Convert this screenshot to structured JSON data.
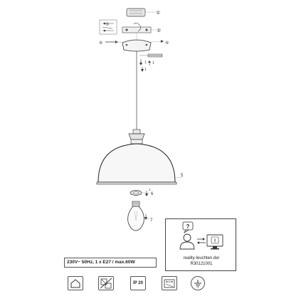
{
  "callouts": {
    "n1": "①",
    "n2": "②",
    "n3": "③",
    "n4": "④",
    "n5": "5",
    "n6": "6",
    "n7": "7",
    "small_a": "1",
    "small_b": "1",
    "small_c": "1",
    "small_d": "1"
  },
  "specs": "230V~ 50Hz, 1 x E27 / max.60W",
  "info": {
    "website": "reality-leuchten.de/",
    "article_code": "R30121001",
    "question_mark": "?",
    "exclamation_mark": "!"
  },
  "symbols": {
    "ip_rating": "IP 20"
  }
}
